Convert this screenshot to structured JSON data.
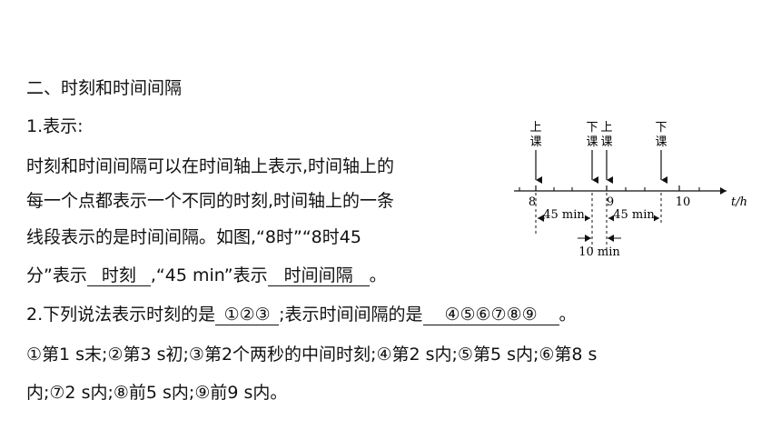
{
  "heading": "二、时刻和时间间隔",
  "item1": {
    "title": "1.表示:",
    "line1": "时刻和时间间隔可以在时间轴上表示,时间轴上的",
    "line2": "每一个点都表示一个不同的时刻,时间轴上的一条",
    "line3": "线段表示的是时间间隔。如图,“8时”“8时45",
    "line4_pre": "分”表示",
    "answer1": "时刻",
    "line4_mid": ",“45 min”表示",
    "answer2": "时间间隔",
    "line4_end": "。"
  },
  "item2": {
    "pre": "2.下列说法表示时刻的是",
    "answer1": "①②③",
    "mid": ";表示时间间隔的是",
    "answer2": "④⑤⑥⑦⑧⑨",
    "end": "。",
    "options_line1": "①第1 s末;②第3 s初;③第2个两秒的中间时刻;④第2 s内;⑤第5 s内;⑥第8 s",
    "options_line2": "内;⑦2 s内;⑧前5 s内;⑨前9 s内。"
  },
  "diagram": {
    "labels": {
      "class_start_1": [
        "上",
        "课"
      ],
      "class_end_1": [
        "下",
        "课"
      ],
      "class_start_2": [
        "上",
        "课"
      ],
      "class_end_2": [
        "下",
        "课"
      ]
    },
    "ticks": {
      "t8": "8",
      "t9": "9",
      "t10": "10"
    },
    "axis_label": "t/h",
    "interval1": "45 min",
    "interval2": "45 min",
    "interval3": "10 min"
  }
}
